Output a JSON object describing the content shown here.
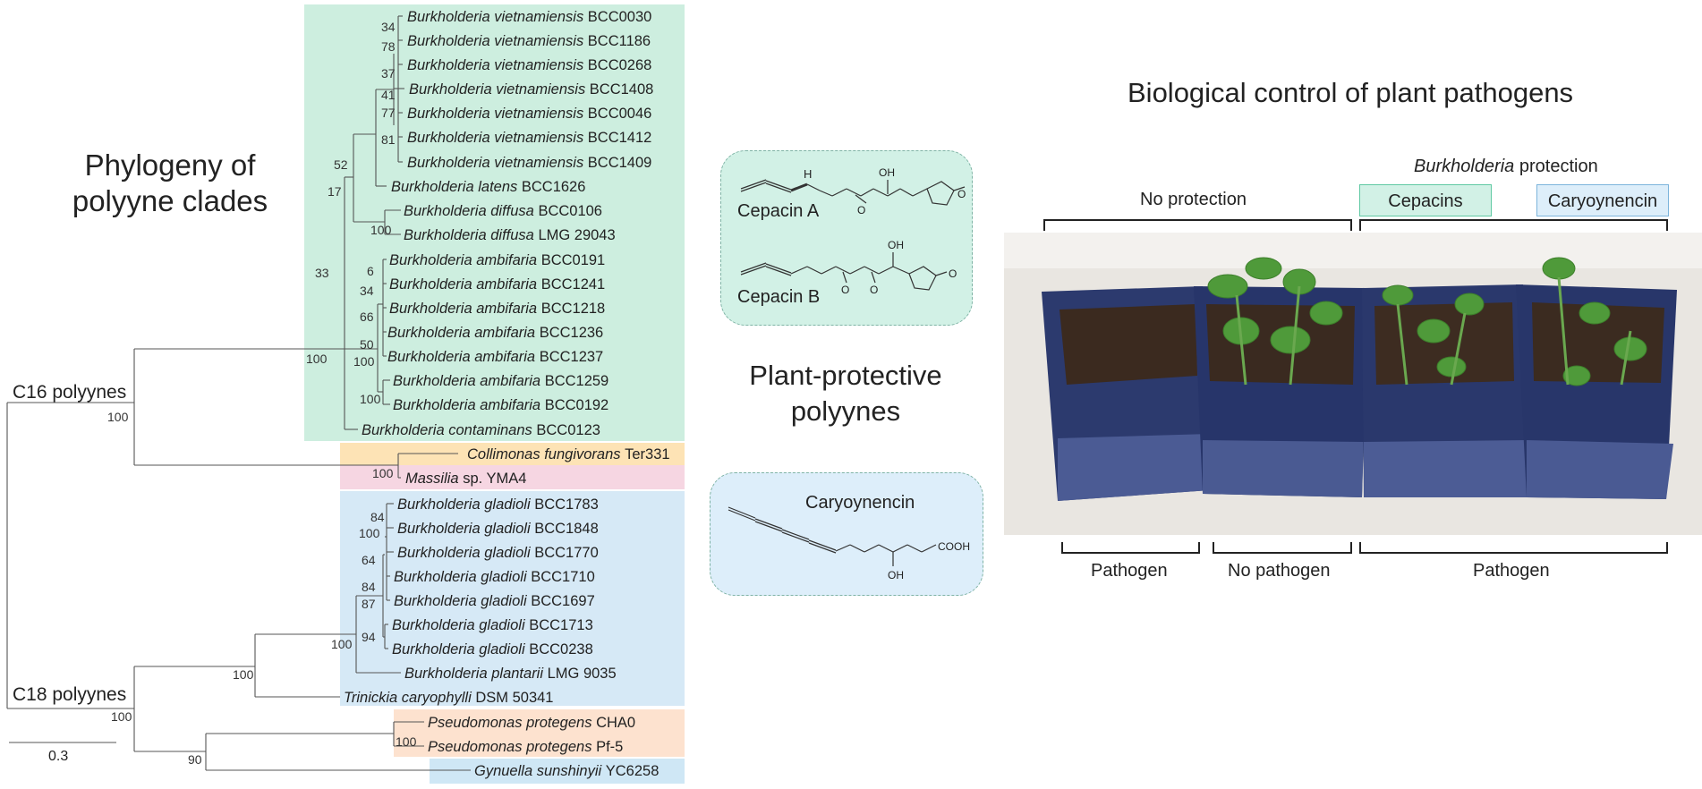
{
  "left_title": [
    "Phylogeny of",
    "polyyne clades"
  ],
  "middle_title": [
    "Plant-protective",
    "polyynes"
  ],
  "right_title": "Biological control of plant pathogens",
  "clade_labels": {
    "c16": "C16 polyynes",
    "c18": "C18 polyynes"
  },
  "scale_bar": {
    "value": "0.3"
  },
  "colors": {
    "burkholderia_c16": "#cdeedf",
    "collimonas": "#fde3b5",
    "massilia": "#f6d6e2",
    "c18_blue": "#d6e9f6",
    "pseudomonas": "#fde2cf",
    "gynuella": "#cfe7f5",
    "cepacin_box": "#d2f1e6",
    "caryoynencin_box": "#ddeefa",
    "cepacins_tag_border": "#5fc9a3",
    "caryoynencin_tag_border": "#7db5dc"
  },
  "taxa": [
    {
      "genus": "Burkholderia",
      "species": "vietnamiensis",
      "strain": "BCC0030"
    },
    {
      "genus": "Burkholderia",
      "species": "vietnamiensis",
      "strain": "BCC1186"
    },
    {
      "genus": "Burkholderia",
      "species": "vietnamiensis",
      "strain": "BCC0268"
    },
    {
      "genus": "Burkholderia",
      "species": "vietnamiensis",
      "strain": "BCC1408"
    },
    {
      "genus": "Burkholderia",
      "species": "vietnamiensis",
      "strain": "BCC0046"
    },
    {
      "genus": "Burkholderia",
      "species": "vietnamiensis",
      "strain": "BCC1412"
    },
    {
      "genus": "Burkholderia",
      "species": "vietnamiensis",
      "strain": "BCC1409"
    },
    {
      "genus": "Burkholderia",
      "species": "latens",
      "strain": "BCC1626"
    },
    {
      "genus": "Burkholderia",
      "species": "diffusa",
      "strain": "BCC0106"
    },
    {
      "genus": "Burkholderia",
      "species": "diffusa",
      "strain": "LMG 29043"
    },
    {
      "genus": "Burkholderia",
      "species": "ambifaria",
      "strain": "BCC0191"
    },
    {
      "genus": "Burkholderia",
      "species": "ambifaria",
      "strain": "BCC1241"
    },
    {
      "genus": "Burkholderia",
      "species": "ambifaria",
      "strain": "BCC1218"
    },
    {
      "genus": "Burkholderia",
      "species": "ambifaria",
      "strain": "BCC1236"
    },
    {
      "genus": "Burkholderia",
      "species": "ambifaria",
      "strain": "BCC1237"
    },
    {
      "genus": "Burkholderia",
      "species": "ambifaria",
      "strain": "BCC1259"
    },
    {
      "genus": "Burkholderia",
      "species": "ambifaria",
      "strain": "BCC0192"
    },
    {
      "genus": "Burkholderia",
      "species": "contaminans",
      "strain": "BCC0123"
    },
    {
      "genus": "Collimonas",
      "species": "fungivorans",
      "strain": "Ter331"
    },
    {
      "genus": "Massilia",
      "species": "sp.",
      "strain": "YMA4",
      "italic_species": false
    },
    {
      "genus": "Burkholderia",
      "species": "gladioli",
      "strain": "BCC1783"
    },
    {
      "genus": "Burkholderia",
      "species": "gladioli",
      "strain": "BCC1848"
    },
    {
      "genus": "Burkholderia",
      "species": "gladioli",
      "strain": "BCC1770"
    },
    {
      "genus": "Burkholderia",
      "species": "gladioli",
      "strain": "BCC1710"
    },
    {
      "genus": "Burkholderia",
      "species": "gladioli",
      "strain": "BCC1697"
    },
    {
      "genus": "Burkholderia",
      "species": "gladioli",
      "strain": "BCC1713"
    },
    {
      "genus": "Burkholderia",
      "species": "gladioli",
      "strain": "BCC0238"
    },
    {
      "genus": "Burkholderia",
      "species": "plantarii",
      "strain": "LMG 9035"
    },
    {
      "genus": "Trinickia",
      "species": "caryophylli",
      "strain": "DSM 50341"
    },
    {
      "genus": "Pseudomonas",
      "species": "protegens",
      "strain": "CHA0"
    },
    {
      "genus": "Pseudomonas",
      "species": "protegens",
      "strain": "Pf-5"
    },
    {
      "genus": "Gynuella",
      "species": "sunshinyii",
      "strain": "YC6258"
    }
  ],
  "bootstrap_values": [
    "34",
    "78",
    "37",
    "41",
    "77",
    "81",
    "52",
    "17",
    "100",
    "33",
    "6",
    "34",
    "66",
    "50",
    "100",
    "100",
    "100",
    "100",
    "100",
    "84",
    "100",
    "64",
    "84",
    "87",
    "94",
    "100",
    "100",
    "100",
    "100",
    "90"
  ],
  "compounds": {
    "cepacin_a": "Cepacin A",
    "cepacin_b": "Cepacin B",
    "caryoynencin": "Caryoynencin",
    "atoms": {
      "h": "H",
      "o": "O",
      "oh": "OH",
      "cooh": "COOH"
    }
  },
  "experiment": {
    "protection_header": "protection",
    "protection_header_italic": "Burkholderia",
    "no_protection": "No protection",
    "cepacins_tag": "Cepacins",
    "caryoynencin_tag": "Caryoynencin",
    "bottom_labels": [
      "Pathogen",
      "No pathogen",
      "Pathogen"
    ]
  }
}
